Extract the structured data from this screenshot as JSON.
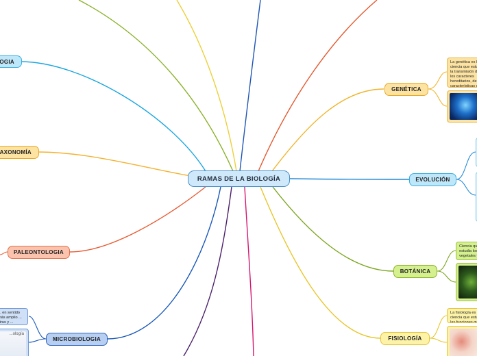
{
  "root": {
    "label": "RAMAS DE LA BIOLOGÍA"
  },
  "branches": {
    "genetica": {
      "label": "GENÉTICA",
      "note": "La genética es la ciencia que estudia la transmisión de los caracteres hereditarios, de características de los seres vivos y de la generación a otra, mediante los genes que se encuentran en las células que poseen un código genético formado por ácido desoxirribonucleico (ADN)."
    },
    "evolucion": {
      "label": "EVOLUCIÓN"
    },
    "botanica": {
      "label": "BOTÁNICA",
      "note": "Ciencia que estudia los vegetales y sus propiedades, estructura y funciones vitales."
    },
    "fisiologia": {
      "label": "FISIOLOGÍA",
      "note": "La fisiología es la ciencia que estudia las funciones que realizan los seres vivos."
    },
    "microbiologia": {
      "label": "MICROBIOLOGIA",
      "note": "... en sentido más amplio ... virus y ...",
      "image_caption": "...ología"
    },
    "paleontologia": {
      "label": "PALEONTOLOGIA"
    },
    "taxonomia": {
      "label": "TAXONOMÍA"
    },
    "ecologia": {
      "label": "...OGIA"
    }
  },
  "colors": {
    "genetica": "#f0b429",
    "evolucion": "#1e88d6",
    "botanica": "#7aa51c",
    "fisiologia": "#e8c62a",
    "microbiologia": "#1957b8",
    "paleontologia": "#e85c35",
    "taxonomia": "#f5b12d",
    "ecologia": "#1aa6e0",
    "top_green": "#8ab22a",
    "top_yellow": "#ecd038",
    "top_blue": "#1d55b5",
    "top_red": "#e25b30",
    "bottom_purple": "#4b1f6b",
    "bottom_pink": "#d6156e"
  }
}
